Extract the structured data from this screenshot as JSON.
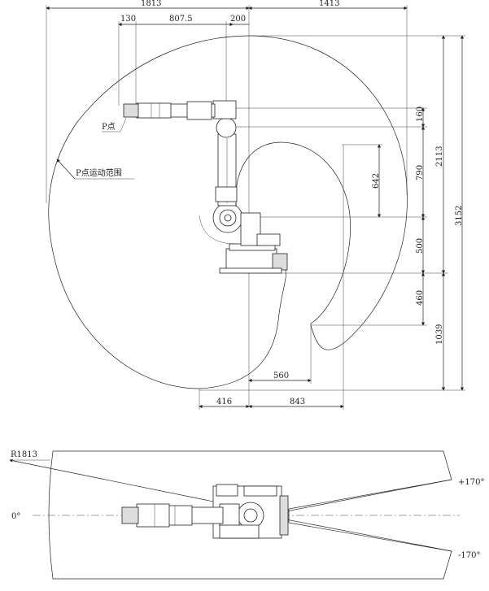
{
  "side_view": {
    "dims_top": [
      "1813",
      "130",
      "807.5",
      "200",
      "1413"
    ],
    "dims_right": [
      "160",
      "2113",
      "790",
      "642",
      "3152",
      "500",
      "460",
      "1039"
    ],
    "dims_bottom": [
      "560",
      "416",
      "843"
    ],
    "p_point_label": "P点",
    "p_range_label": "P点运动范围"
  },
  "top_view": {
    "radius_label": "R1813",
    "angle_zero": "0°",
    "angle_pos": "+170°",
    "angle_neg": "-170°"
  }
}
